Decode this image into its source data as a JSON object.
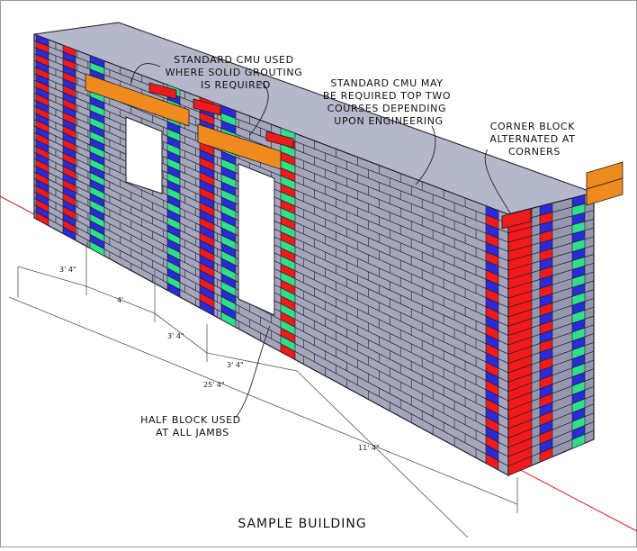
{
  "title": "SAMPLE BUILDING",
  "callouts": [
    {
      "lines": [
        "STANDARD CMU USED",
        "WHERE SOLID GROUTING",
        "IS REQUIRED"
      ]
    },
    {
      "lines": [
        "STANDARD CMU MAY",
        "BE REQUIRED TOP TWO",
        "COURSES DEPENDING",
        "UPON ENGINEERING"
      ]
    },
    {
      "lines": [
        "CORNER BLOCK",
        "ALTERNATED AT",
        "CORNERS"
      ]
    },
    {
      "lines": [
        "HALF BLOCK USED",
        "AT ALL JAMBS"
      ]
    }
  ],
  "dimensions": [
    "3' 4\"",
    "4'",
    "3' 4\"",
    "3' 4\"",
    "25' 4\"",
    "11' 4\""
  ],
  "colors": {
    "block": "#a4a6bc",
    "block_alt": "#9597ae",
    "blue": "#2a2ad6",
    "red": "#f01a1a",
    "green": "#2ee08a",
    "orange": "#ee8a1e",
    "ground_line": "#c8242a",
    "mortar": "#1c1c26"
  }
}
